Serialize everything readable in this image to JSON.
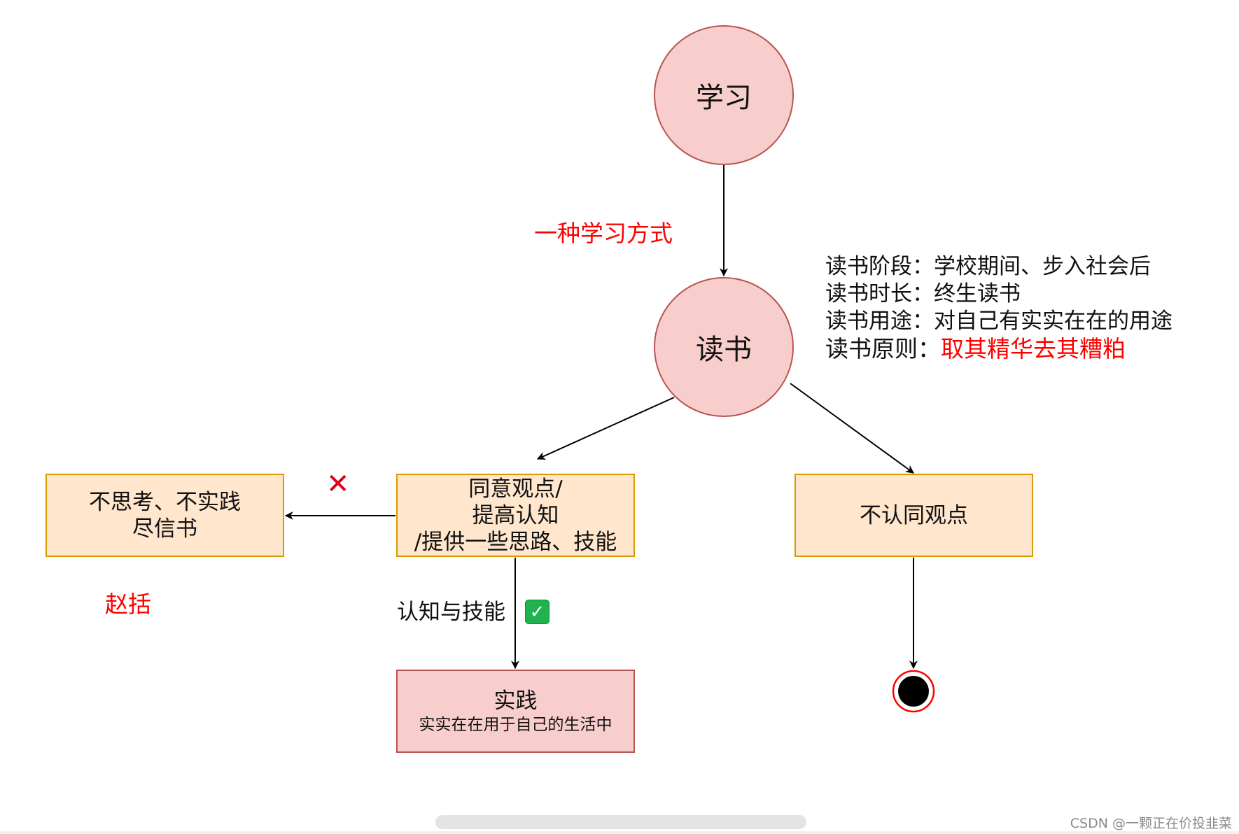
{
  "nodes": {
    "study": "学习",
    "reading": "读书",
    "agree": [
      "同意观点/",
      "提高认知",
      "/提供一些思路、技能"
    ],
    "blind": [
      "不思考、不实践",
      "尽信书"
    ],
    "disagree": "不认同观点",
    "practice": {
      "title": "实践",
      "subtitle": "实实在在用于自己的生活中"
    }
  },
  "labels": {
    "method": "一种学习方式",
    "zhaokuo": "赵括",
    "skills": "认知与技能"
  },
  "info": {
    "stage_key": "读书阶段：",
    "stage_val": "学校期间、步入社会后",
    "duration_key": "读书时长：",
    "duration_val": "终生读书",
    "use_key": "读书用途：",
    "use_val": "对自己有实实在在的用途",
    "principle_key": "读书原则：",
    "principle_val": "取其精华去其糟粕"
  },
  "icons": {
    "cross": "cross-mark-icon",
    "check": "check-mark-icon",
    "end": "end-node-icon"
  },
  "colors": {
    "circle_fill": "#f8cecc",
    "circle_stroke": "#b85450",
    "box_fill": "#ffe6cc",
    "box_stroke": "#d79b00",
    "highlight": "#ff0000",
    "check": "#21b14f"
  },
  "footer": {
    "watermark": "CSDN @一颗正在价投韭菜"
  }
}
